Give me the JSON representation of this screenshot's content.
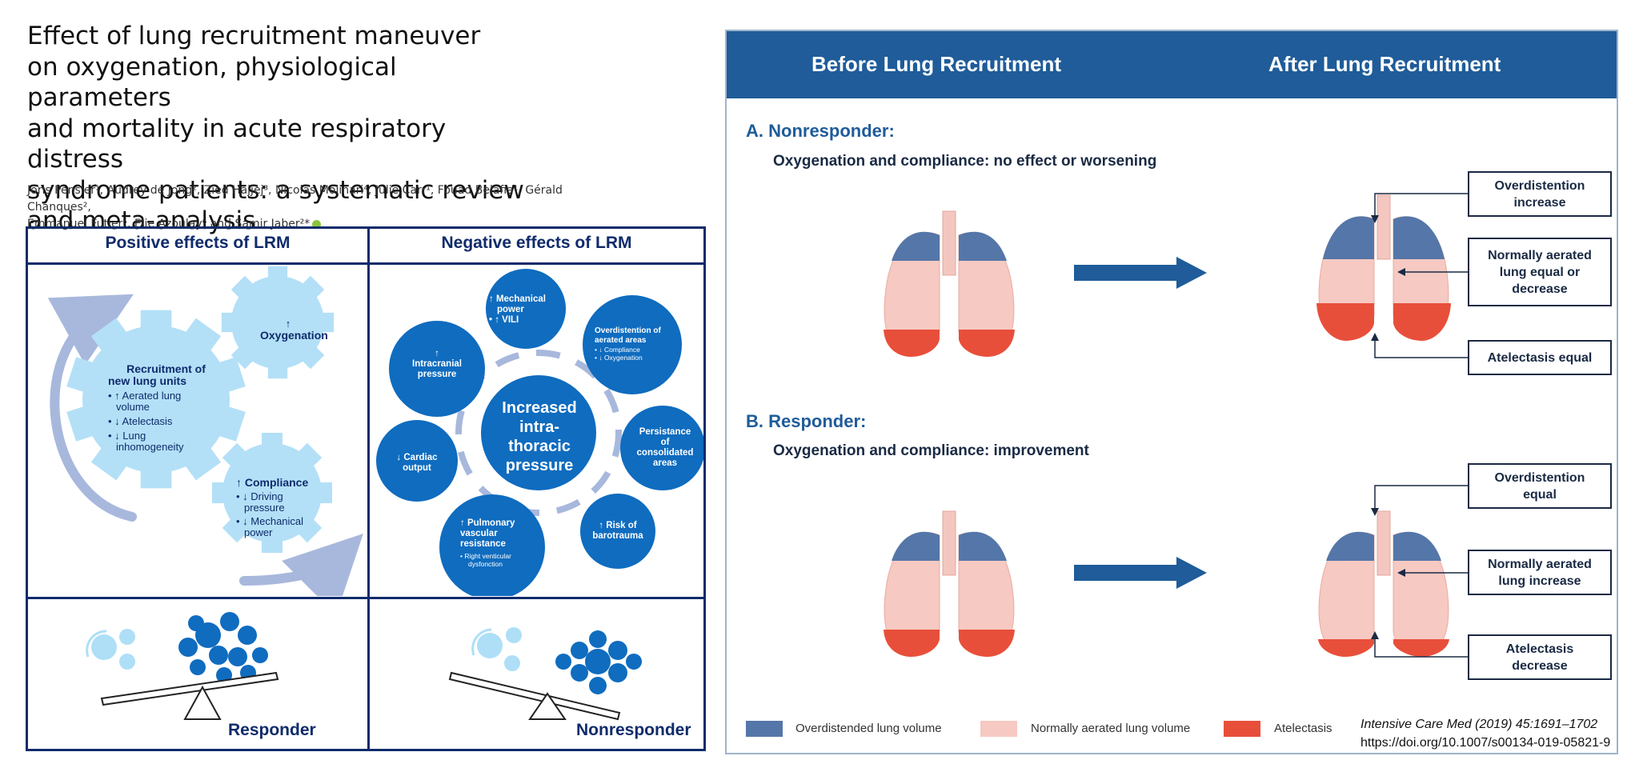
{
  "paper": {
    "title_lines": [
      "Effect of lung recruitment maneuver",
      "on oxygenation, physiological parameters",
      "and mortality in acute respiratory distress",
      "syndrome patients: a systematic review",
      "and meta-analysis"
    ],
    "authors_line1": "Joris Pensier¹, Audrey de Jong², Zied Hajjej³, Nicolas Molinari⁴, Julie Carr¹, Fouad Belafia¹, Gérald Chanques²,",
    "authors_line2": "Emmanuel Futier⁵, Elie Azoulay⁶ and Samir Jaber²*"
  },
  "left_panel": {
    "positive_header": "Positive effects of LRM",
    "negative_header": "Negative effects of LRM",
    "gear_oxygenation": {
      "arrow": "↑",
      "label": "Oxygenation"
    },
    "gear_recruitment": {
      "title_line1": "Recruitment of",
      "title_line2": "new lung units",
      "items": [
        "• ↑ Aerated lung",
        "volume",
        "• ↓ Atelectasis",
        "• ↓ Lung",
        "inhomogeneity"
      ]
    },
    "gear_compliance": {
      "title": "↑ Compliance",
      "items": [
        "• ↓ Driving",
        "pressure",
        "• ↓ Mechanical",
        "power"
      ]
    },
    "center_circle": [
      "Increased",
      "intra-",
      "thoracic",
      "pressure"
    ],
    "circles": {
      "mechanical": [
        "↑ Mechanical",
        "power",
        "• ↑ VILI"
      ],
      "overdistention": {
        "lines": [
          "Overdistention of",
          "aerated areas"
        ],
        "small": [
          "• ↓ Compliance",
          "• ↓ Oxygenation"
        ]
      },
      "intracranial": [
        "↑",
        "Intracranial",
        "pressure"
      ],
      "consolidated": [
        "Persistance",
        "of",
        "consolidated",
        "areas"
      ],
      "cardiac": [
        "↓ Cardiac",
        "output"
      ],
      "barotrauma": [
        "↑ Risk of",
        "barotrauma"
      ],
      "pulmonary": {
        "lines": [
          "↑ Pulmonary",
          "vascular",
          "resistance"
        ],
        "small": [
          "• Right venticular",
          "dysfonction"
        ]
      }
    },
    "responder_label": "Responder",
    "nonresponder_label": "Nonresponder"
  },
  "right_panel": {
    "before_header": "Before Lung Recruitment",
    "after_header": "After Lung Recruitment",
    "section_a": {
      "title": "A. Nonresponder:",
      "subtitle": "Oxygenation and compliance: no effect or worsening",
      "notes": [
        "Overdistention increase",
        "Normally aerated lung equal or decrease",
        "Atelectasis equal"
      ]
    },
    "section_b": {
      "title": "B. Responder:",
      "subtitle": "Oxygenation and compliance: improvement",
      "notes": [
        "Overdistention equal",
        "Normally aerated lung increase",
        "Atelectasis decrease"
      ]
    },
    "legend": [
      {
        "label": "Overdistended lung volume",
        "color": "#5576a8"
      },
      {
        "label": "Normally aerated lung volume",
        "color": "#f6c9c2"
      },
      {
        "label": "Atelectasis",
        "color": "#e84f3a"
      }
    ]
  },
  "citation": {
    "journal": "Intensive Care Med (2019) 45:1691–1702",
    "doi": "https://doi.org/10.1007/s00134-019-05821-9"
  },
  "colors": {
    "navy": "#0f2b6b",
    "gear_fill": "#b3e0f7",
    "circle_fill": "#0f6cbf",
    "banner": "#1f5c99",
    "arrow": "#1f5c99"
  }
}
